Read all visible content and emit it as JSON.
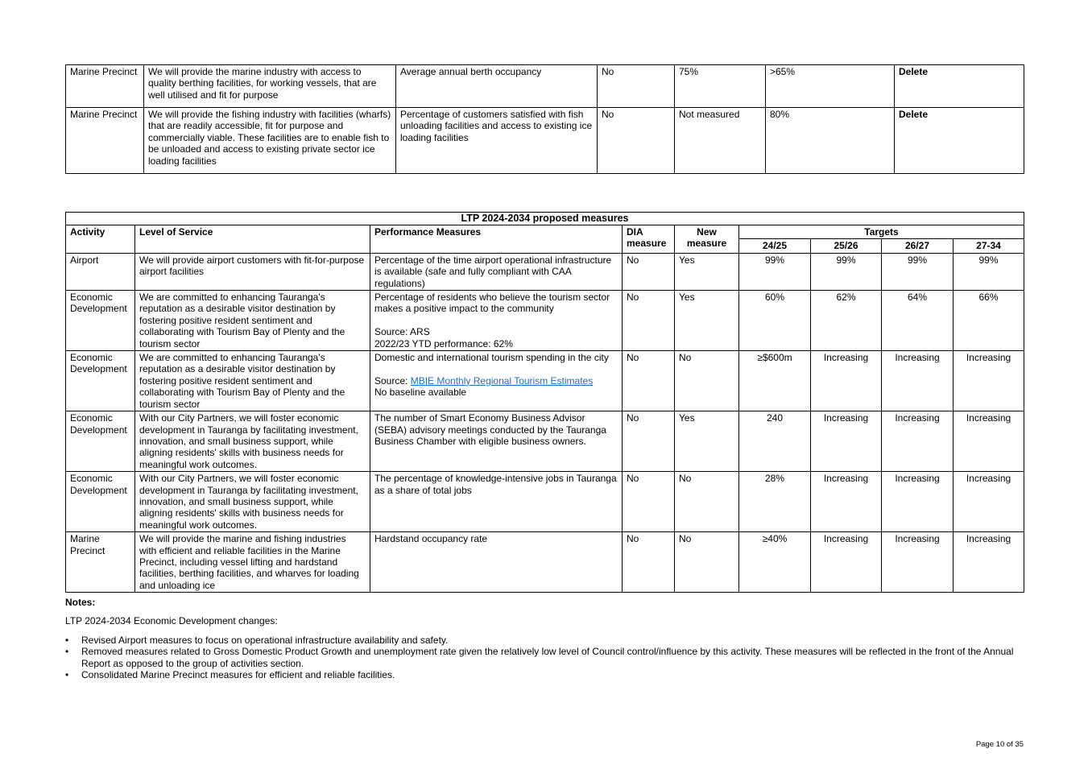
{
  "top_table": {
    "rows": [
      {
        "activity": "Marine Precinct",
        "level_of_service": "We will provide the marine industry with access to quality berthing facilities, for working vessels, that are well utilised and fit for purpose",
        "measure": "Average annual berth occupancy",
        "dia": "No",
        "current": "75%",
        "target": ">65%",
        "action": "Delete"
      },
      {
        "activity": "Marine Precinct",
        "level_of_service": "We will provide the fishing industry with facilities (wharfs) that are readily accessible, fit for purpose and commercially viable. These facilities are to enable fish to be unloaded and access to existing private sector ice loading facilities",
        "measure": "Percentage of customers satisfied with fish unloading facilities and access to existing ice loading facilities",
        "dia": "No",
        "current": "Not measured",
        "target": "80%",
        "action": "Delete"
      }
    ]
  },
  "main_table": {
    "caption": "LTP 2024-2034 proposed measures",
    "headers": {
      "activity": "Activity",
      "level_of_service": "Level of Service",
      "performance_measures": "Performance Measures",
      "dia_1": "DIA",
      "dia_2": "measure",
      "new_1": "New",
      "new_2": "measure",
      "targets": "Targets",
      "years": [
        "24/25",
        "25/26",
        "26/27",
        "27-34"
      ]
    },
    "rows": [
      {
        "activity": "Airport",
        "level_of_service": "We will provide airport customers with fit-for-purpose airport facilities",
        "measure": "Percentage of the time airport operational infrastructure is available (safe and fully compliant with CAA regulations)",
        "dia": "No",
        "new": "Yes",
        "t1": "99%",
        "t2": "99%",
        "t3": "99%",
        "t4": "99%"
      },
      {
        "activity": "Economic Development",
        "level_of_service": "We are committed to enhancing Tauranga's reputation as a desirable visitor destination by fostering positive resident sentiment and collaborating with Tourism Bay of Plenty and the tourism sector",
        "measure": "Percentage of residents who believe the tourism sector makes a positive impact to the community",
        "measure_source": "Source: ARS",
        "measure_note": "2022/23 YTD performance: 62%",
        "dia": "No",
        "new": "Yes",
        "t1": "60%",
        "t2": "62%",
        "t3": "64%",
        "t4": "66%"
      },
      {
        "activity": "Economic Development",
        "level_of_service": "We are committed to enhancing Tauranga's reputation as a desirable visitor destination by fostering positive resident sentiment and collaborating with Tourism Bay of Plenty and the tourism sector",
        "measure": "Domestic and international tourism spending in the city",
        "measure_source_prefix": "Source: ",
        "measure_source_link": "MBIE Monthly Regional Tourism Estimates",
        "measure_note": "No baseline available",
        "dia": "No",
        "new": "No",
        "t1": "≥$600m",
        "t2": "Increasing",
        "t3": "Increasing",
        "t4": "Increasing"
      },
      {
        "activity": "Economic Development",
        "level_of_service": "With our City Partners, we will foster economic development in Tauranga by facilitating investment, innovation, and small business support, while aligning residents' skills with business needs for meaningful work outcomes.",
        "measure": "The number of Smart Economy Business Advisor (SEBA) advisory meetings conducted by the Tauranga Business Chamber with eligible business owners.",
        "dia": "No",
        "new": "Yes",
        "t1": "240",
        "t2": "Increasing",
        "t3": "Increasing",
        "t4": "Increasing"
      },
      {
        "activity": "Economic Development",
        "level_of_service": "With our City Partners, we will foster economic development in Tauranga by facilitating investment, innovation, and small business support, while aligning residents' skills with business needs for meaningful work outcomes.",
        "measure": "The percentage of knowledge-intensive jobs in Tauranga as a share of total jobs",
        "dia": "No",
        "new": "No",
        "t1": "28%",
        "t2": "Increasing",
        "t3": "Increasing",
        "t4": "Increasing"
      },
      {
        "activity": "Marine Precinct",
        "level_of_service": "We will provide the marine and fishing industries with efficient and reliable facilities in the Marine Precinct, including vessel lifting and hardstand facilities, berthing facilities, and wharves for loading and unloading ice",
        "measure": "Hardstand occupancy rate",
        "dia": "No",
        "new": "No",
        "t1": "≥40%",
        "t2": "Increasing",
        "t3": "Increasing",
        "t4": "Increasing"
      }
    ]
  },
  "notes": {
    "title": "Notes:",
    "intro": "LTP 2024-2034 Economic Development changes:",
    "items": [
      "Revised Airport measures to focus on operational infrastructure availability and safety.",
      "Removed measures related to Gross Domestic Product Growth and unemployment rate given the relatively low level of Council control/influence by this activity. These measures will be reflected in the front of the Annual Report as opposed to the group of activities section.",
      "Consolidated Marine Precinct measures for efficient and reliable facilities."
    ]
  },
  "footer": {
    "page_number": "Page 10 of 35"
  }
}
